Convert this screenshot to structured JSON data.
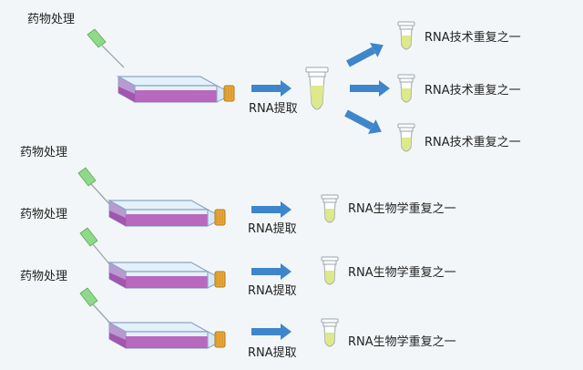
{
  "top_panel": {
    "treatment_label": "药物处理",
    "extraction_label": "RNA提取",
    "replicate_labels": [
      "RNA技术重复之一",
      "RNA技术重复之一",
      "RNA技术重复之一"
    ]
  },
  "bottom_panel": {
    "rows": [
      {
        "treatment_label": "药物处理",
        "extraction_label": "RNA提取",
        "replicate_label": "RNA生物学重复之一"
      },
      {
        "treatment_label": "药物处理",
        "extraction_label": "RNA提取",
        "replicate_label": "RNA生物学重复之一"
      },
      {
        "treatment_label": "药物处理",
        "extraction_label": "RNA提取",
        "replicate_label": "RNA生物学重复之一"
      }
    ]
  },
  "colors": {
    "background": "#f3f6f8",
    "arrow": "#3e86cc",
    "medium": "#b25ab8",
    "tube_liquid": "#dde98a",
    "cap": "#e8a83a",
    "syringe_tip": "#6ecf6a"
  }
}
